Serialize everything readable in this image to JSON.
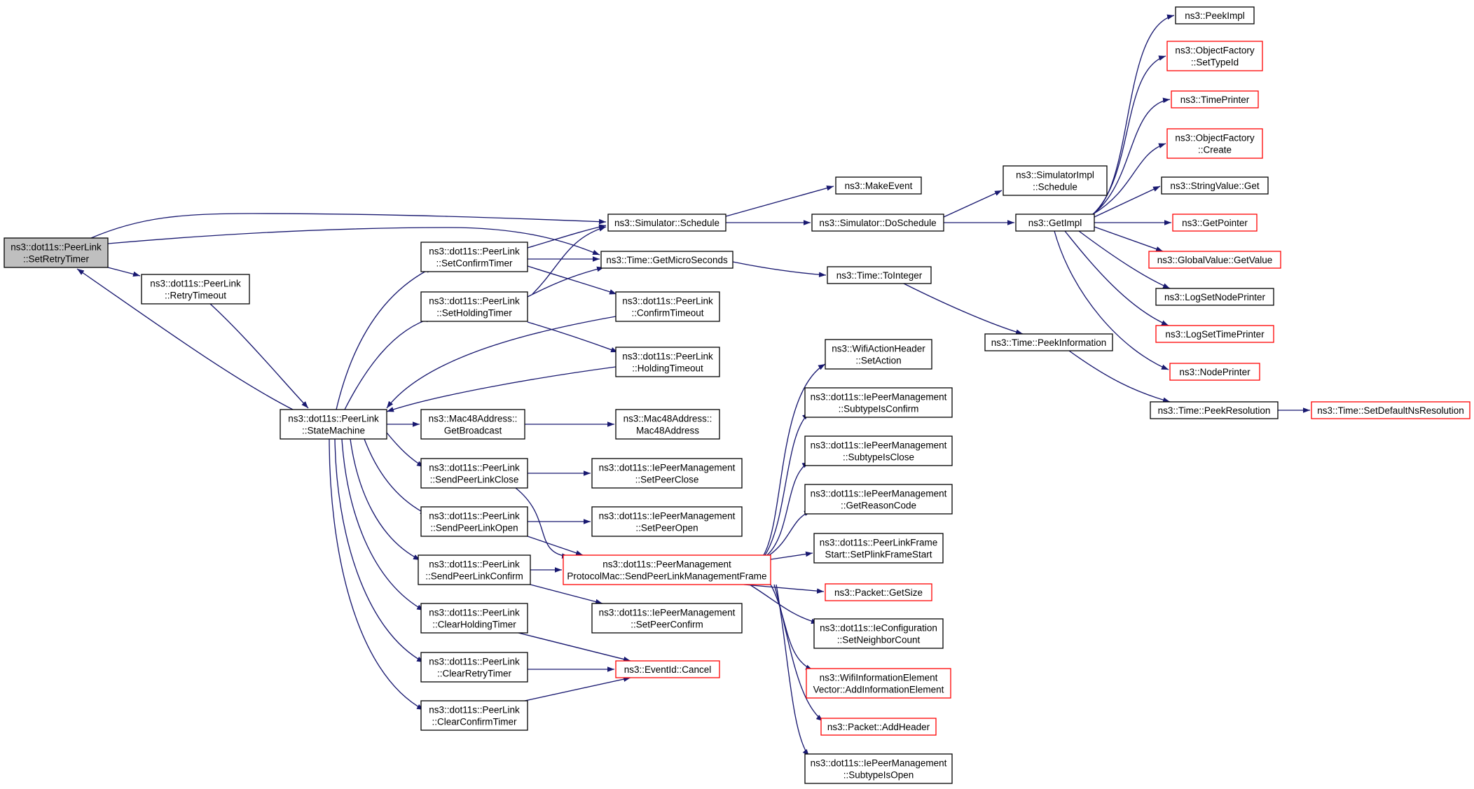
{
  "diagram": {
    "colors": {
      "edge": "#191970",
      "border": "#000000",
      "highlight_border": "#ff0000",
      "root_fill": "#bfbfbf"
    },
    "nodes": [
      {
        "id": "set-retry-timer",
        "lines": [
          "ns3::dot11s::PeerLink",
          "::SetRetryTimer"
        ],
        "style": "root"
      },
      {
        "id": "retry-timeout",
        "lines": [
          "ns3::dot11s::PeerLink",
          "::RetryTimeout"
        ],
        "style": "normal"
      },
      {
        "id": "state-machine",
        "lines": [
          "ns3::dot11s::PeerLink",
          "::StateMachine"
        ],
        "style": "normal"
      },
      {
        "id": "set-confirm-timer",
        "lines": [
          "ns3::dot11s::PeerLink",
          "::SetConfirmTimer"
        ],
        "style": "normal"
      },
      {
        "id": "set-holding-timer",
        "lines": [
          "ns3::dot11s::PeerLink",
          "::SetHoldingTimer"
        ],
        "style": "normal"
      },
      {
        "id": "get-broadcast",
        "lines": [
          "ns3::Mac48Address::",
          "GetBroadcast"
        ],
        "style": "normal"
      },
      {
        "id": "send-peer-link-close",
        "lines": [
          "ns3::dot11s::PeerLink",
          "::SendPeerLinkClose"
        ],
        "style": "normal"
      },
      {
        "id": "send-peer-link-open",
        "lines": [
          "ns3::dot11s::PeerLink",
          "::SendPeerLinkOpen"
        ],
        "style": "normal"
      },
      {
        "id": "send-peer-link-confirm",
        "lines": [
          "ns3::dot11s::PeerLink",
          "::SendPeerLinkConfirm"
        ],
        "style": "normal"
      },
      {
        "id": "clear-holding-timer",
        "lines": [
          "ns3::dot11s::PeerLink",
          "::ClearHoldingTimer"
        ],
        "style": "normal"
      },
      {
        "id": "clear-retry-timer",
        "lines": [
          "ns3::dot11s::PeerLink",
          "::ClearRetryTimer"
        ],
        "style": "normal"
      },
      {
        "id": "clear-confirm-timer",
        "lines": [
          "ns3::dot11s::PeerLink",
          "::ClearConfirmTimer"
        ],
        "style": "normal"
      },
      {
        "id": "simulator-schedule",
        "lines": [
          "ns3::Simulator::Schedule"
        ],
        "style": "normal"
      },
      {
        "id": "time-get-micro-seconds",
        "lines": [
          "ns3::Time::GetMicroSeconds"
        ],
        "style": "normal"
      },
      {
        "id": "confirm-timeout",
        "lines": [
          "ns3::dot11s::PeerLink",
          "::ConfirmTimeout"
        ],
        "style": "normal"
      },
      {
        "id": "holding-timeout",
        "lines": [
          "ns3::dot11s::PeerLink",
          "::HoldingTimeout"
        ],
        "style": "normal"
      },
      {
        "id": "mac48-address",
        "lines": [
          "ns3::Mac48Address::",
          "Mac48Address"
        ],
        "style": "normal"
      },
      {
        "id": "ie-set-peer-close",
        "lines": [
          "ns3::dot11s::IePeerManagement",
          "::SetPeerClose"
        ],
        "style": "normal"
      },
      {
        "id": "ie-set-peer-open",
        "lines": [
          "ns3::dot11s::IePeerManagement",
          "::SetPeerOpen"
        ],
        "style": "normal"
      },
      {
        "id": "send-mgmt-frame",
        "lines": [
          "ns3::dot11s::PeerManagement",
          "ProtocolMac::SendPeerLinkManagementFrame"
        ],
        "style": "red"
      },
      {
        "id": "ie-set-peer-confirm",
        "lines": [
          "ns3::dot11s::IePeerManagement",
          "::SetPeerConfirm"
        ],
        "style": "normal"
      },
      {
        "id": "event-id-cancel",
        "lines": [
          "ns3::EventId::Cancel"
        ],
        "style": "red"
      },
      {
        "id": "make-event",
        "lines": [
          "ns3::MakeEvent"
        ],
        "style": "normal"
      },
      {
        "id": "simulator-do-schedule",
        "lines": [
          "ns3::Simulator::DoSchedule"
        ],
        "style": "normal"
      },
      {
        "id": "time-to-integer",
        "lines": [
          "ns3::Time::ToInteger"
        ],
        "style": "normal"
      },
      {
        "id": "wifi-action-set-action",
        "lines": [
          "ns3::WifiActionHeader",
          "::SetAction"
        ],
        "style": "normal"
      },
      {
        "id": "ie-subtype-is-confirm",
        "lines": [
          "ns3::dot11s::IePeerManagement",
          "::SubtypeIsConfirm"
        ],
        "style": "normal"
      },
      {
        "id": "ie-subtype-is-close",
        "lines": [
          "ns3::dot11s::IePeerManagement",
          "::SubtypeIsClose"
        ],
        "style": "normal"
      },
      {
        "id": "ie-get-reason-code",
        "lines": [
          "ns3::dot11s::IePeerManagement",
          "::GetReasonCode"
        ],
        "style": "normal"
      },
      {
        "id": "plink-frame-start",
        "lines": [
          "ns3::dot11s::PeerLinkFrame",
          "Start::SetPlinkFrameStart"
        ],
        "style": "normal"
      },
      {
        "id": "packet-get-size",
        "lines": [
          "ns3::Packet::GetSize"
        ],
        "style": "red"
      },
      {
        "id": "ie-config-set-neighbor-count",
        "lines": [
          "ns3::dot11s::IeConfiguration",
          "::SetNeighborCount"
        ],
        "style": "normal"
      },
      {
        "id": "wifi-info-add-element",
        "lines": [
          "ns3::WifiInformationElement",
          "Vector::AddInformationElement"
        ],
        "style": "red"
      },
      {
        "id": "packet-add-header",
        "lines": [
          "ns3::Packet::AddHeader"
        ],
        "style": "red"
      },
      {
        "id": "ie-subtype-is-open",
        "lines": [
          "ns3::dot11s::IePeerManagement",
          "::SubtypeIsOpen"
        ],
        "style": "normal"
      },
      {
        "id": "simulator-impl-schedule",
        "lines": [
          "ns3::SimulatorImpl",
          "::Schedule"
        ],
        "style": "normal"
      },
      {
        "id": "get-impl",
        "lines": [
          "ns3::GetImpl"
        ],
        "style": "normal"
      },
      {
        "id": "time-peek-information",
        "lines": [
          "ns3::Time::PeekInformation"
        ],
        "style": "normal"
      },
      {
        "id": "peek-impl",
        "lines": [
          "ns3::PeekImpl"
        ],
        "style": "normal"
      },
      {
        "id": "object-factory-set-type-id",
        "lines": [
          "ns3::ObjectFactory",
          "::SetTypeId"
        ],
        "style": "red"
      },
      {
        "id": "time-printer",
        "lines": [
          "ns3::TimePrinter"
        ],
        "style": "red"
      },
      {
        "id": "object-factory-create",
        "lines": [
          "ns3::ObjectFactory",
          "::Create"
        ],
        "style": "red"
      },
      {
        "id": "string-value-get",
        "lines": [
          "ns3::StringValue::Get"
        ],
        "style": "normal"
      },
      {
        "id": "get-pointer",
        "lines": [
          "ns3::GetPointer"
        ],
        "style": "red"
      },
      {
        "id": "global-value-get-value",
        "lines": [
          "ns3::GlobalValue::GetValue"
        ],
        "style": "red"
      },
      {
        "id": "log-set-node-printer",
        "lines": [
          "ns3::LogSetNodePrinter"
        ],
        "style": "normal"
      },
      {
        "id": "log-set-time-printer",
        "lines": [
          "ns3::LogSetTimePrinter"
        ],
        "style": "red"
      },
      {
        "id": "node-printer",
        "lines": [
          "ns3::NodePrinter"
        ],
        "style": "red"
      },
      {
        "id": "time-peek-resolution",
        "lines": [
          "ns3::Time::PeekResolution"
        ],
        "style": "normal"
      },
      {
        "id": "time-set-default-ns-resolution",
        "lines": [
          "ns3::Time::SetDefaultNsResolution"
        ],
        "style": "red"
      }
    ]
  }
}
